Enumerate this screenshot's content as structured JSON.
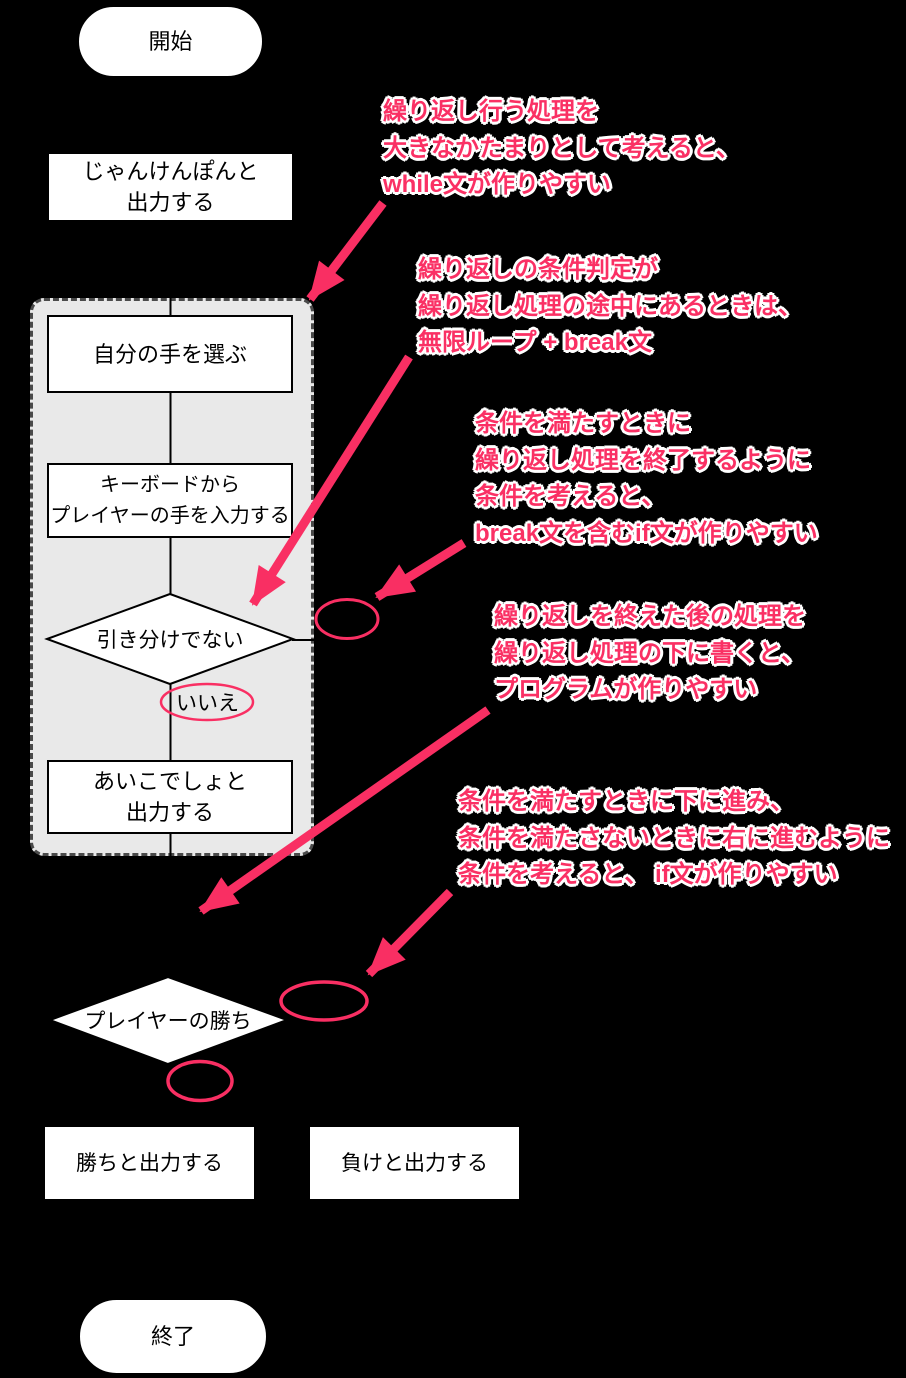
{
  "diagram_title": "janken-loop-flowchart",
  "nodes": {
    "start": "開始",
    "output_janken": "じゃんけんぽんと\n出力する",
    "choose_hand": "自分の手を選ぶ",
    "input_hand": "キーボードから\nプレイヤーの手を入力する",
    "not_draw": "引き分けでない",
    "no_label": "いいえ",
    "output_aiko": "あいこでしょと\n出力する",
    "player_win": "プレイヤーの勝ち",
    "output_win": "勝ちと出力する",
    "output_lose": "負けと出力する",
    "end": "終了"
  },
  "annotations": {
    "while_hint": "繰り返し行う処理を\n大きなかたまりとして考えると、\nwhile文が作りやすい",
    "infinite_loop_hint": "繰り返しの条件判定が\n繰り返し処理の途中にあるときは、\n無限ループ + break文",
    "break_if_hint": "条件を満たすときに\n繰り返し処理を終了するように\n条件を考えると、\nbreak文を含むif文が作りやすい",
    "after_loop_hint": "繰り返しを終えた後の処理を\n繰り返し処理の下に書くと、\nプログラムが作りやすい",
    "if_hint": "条件を満たすときに下に進み、\n条件を満たさないときに右に進むように\n条件を考えると、 if文が作りやすい"
  },
  "colors": {
    "accent_pink": "#f92f63",
    "annotation_pink": "#fa3064",
    "node_fill": "#ffffff",
    "line_black": "#000000",
    "loop_fill": "#e9e9e9",
    "loop_border": "#4a4a4a",
    "background": "#000000"
  }
}
